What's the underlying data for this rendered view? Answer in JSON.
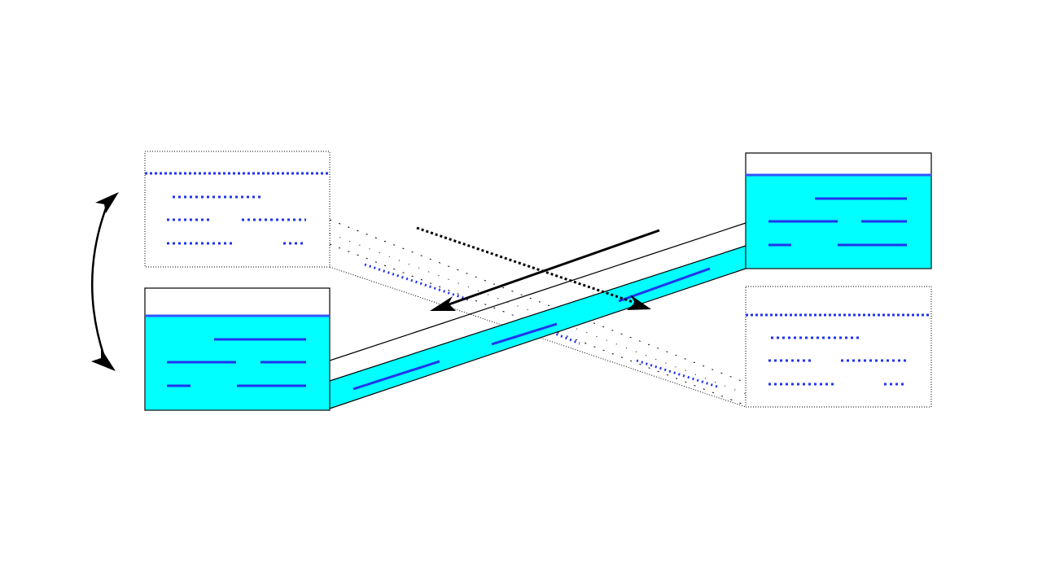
{
  "diagram": {
    "colors": {
      "water": "#00ffff",
      "water_line": "#3355ff",
      "outline": "#000000",
      "background": "#ffffff"
    },
    "tanks": [
      {
        "name": "left-upper-tank",
        "state": "empty",
        "outline": "dotted"
      },
      {
        "name": "left-lower-tank",
        "state": "full",
        "outline": "solid"
      },
      {
        "name": "right-upper-tank",
        "state": "full",
        "outline": "solid"
      },
      {
        "name": "right-lower-tank",
        "state": "empty",
        "outline": "dotted"
      }
    ],
    "tubes": [
      {
        "name": "filled-tube",
        "state": "full",
        "connects": [
          "left-lower-tank",
          "right-upper-tank"
        ]
      },
      {
        "name": "ghost-tube",
        "state": "empty",
        "connects": [
          "left-upper-tank",
          "right-lower-tank"
        ]
      }
    ],
    "arrows": [
      {
        "name": "flow-arrow-solid",
        "style": "solid",
        "direction": "right-to-left-down"
      },
      {
        "name": "flow-arrow-dotted",
        "style": "dotted",
        "direction": "left-to-right-down"
      },
      {
        "name": "tilt-arrow",
        "style": "curved",
        "direction": "double-headed"
      }
    ]
  }
}
